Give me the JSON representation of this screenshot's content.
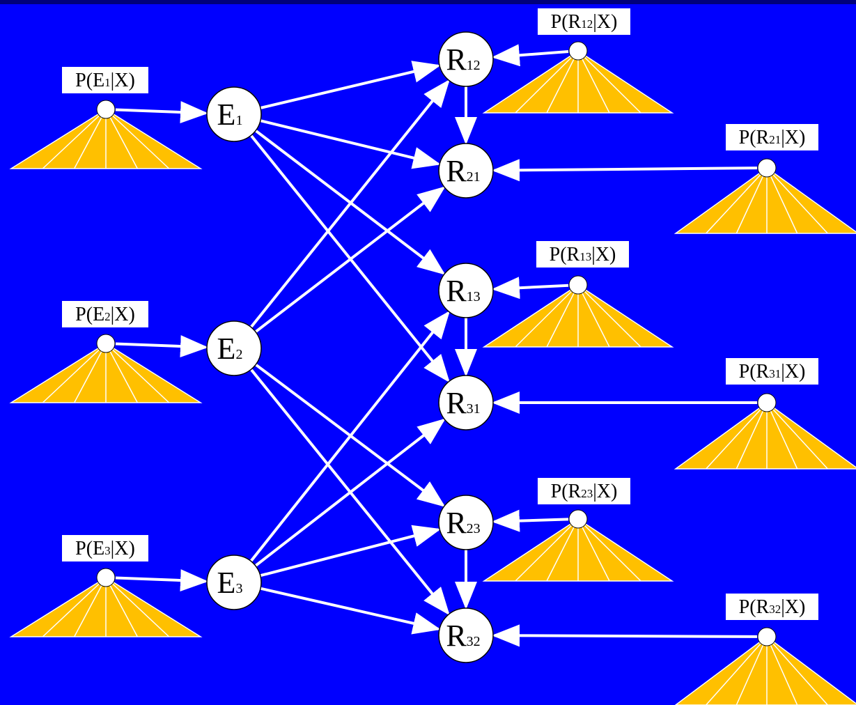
{
  "diagram": {
    "colors": {
      "background": "#0000ff",
      "top_border": "#00007a",
      "edge": "#ffffff",
      "node_fill": "#ffffff",
      "node_stroke": "#000000",
      "triangle_fill": "#ffc000",
      "triangle_lines": "#ffffff",
      "label_box": "#ffffff"
    },
    "nodes": [
      {
        "id": "E1",
        "main": "E",
        "sub": "1"
      },
      {
        "id": "E2",
        "main": "E",
        "sub": "2"
      },
      {
        "id": "E3",
        "main": "E",
        "sub": "3"
      },
      {
        "id": "R12",
        "main": "R",
        "sub": "12"
      },
      {
        "id": "R21",
        "main": "R",
        "sub": "21"
      },
      {
        "id": "R13",
        "main": "R",
        "sub": "13"
      },
      {
        "id": "R31",
        "main": "R",
        "sub": "31"
      },
      {
        "id": "R23",
        "main": "R",
        "sub": "23"
      },
      {
        "id": "R32",
        "main": "R",
        "sub": "32"
      }
    ],
    "evidence": [
      {
        "target": "E1",
        "label_pre": "P(E",
        "label_sub": "1",
        "label_post": "|X)"
      },
      {
        "target": "E2",
        "label_pre": "P(E",
        "label_sub": "2",
        "label_post": "|X)"
      },
      {
        "target": "E3",
        "label_pre": "P(E",
        "label_sub": "3",
        "label_post": "|X)"
      },
      {
        "target": "R12",
        "label_pre": "P(R",
        "label_sub": "12",
        "label_post": "|X)"
      },
      {
        "target": "R21",
        "label_pre": "P(R",
        "label_sub": "21",
        "label_post": "|X)"
      },
      {
        "target": "R13",
        "label_pre": "P(R",
        "label_sub": "13",
        "label_post": "|X)"
      },
      {
        "target": "R31",
        "label_pre": "P(R",
        "label_sub": "31",
        "label_post": "|X)"
      },
      {
        "target": "R23",
        "label_pre": "P(R",
        "label_sub": "23",
        "label_post": "|X)"
      },
      {
        "target": "R32",
        "label_pre": "P(R",
        "label_sub": "32",
        "label_post": "|X)"
      }
    ],
    "edges": [
      [
        "E1",
        "R12"
      ],
      [
        "E1",
        "R21"
      ],
      [
        "E1",
        "R13"
      ],
      [
        "E1",
        "R31"
      ],
      [
        "E2",
        "R12"
      ],
      [
        "E2",
        "R21"
      ],
      [
        "E2",
        "R23"
      ],
      [
        "E2",
        "R32"
      ],
      [
        "E3",
        "R13"
      ],
      [
        "E3",
        "R31"
      ],
      [
        "E3",
        "R23"
      ],
      [
        "E3",
        "R32"
      ],
      [
        "R12",
        "R21"
      ],
      [
        "R13",
        "R31"
      ],
      [
        "R23",
        "R32"
      ]
    ]
  }
}
